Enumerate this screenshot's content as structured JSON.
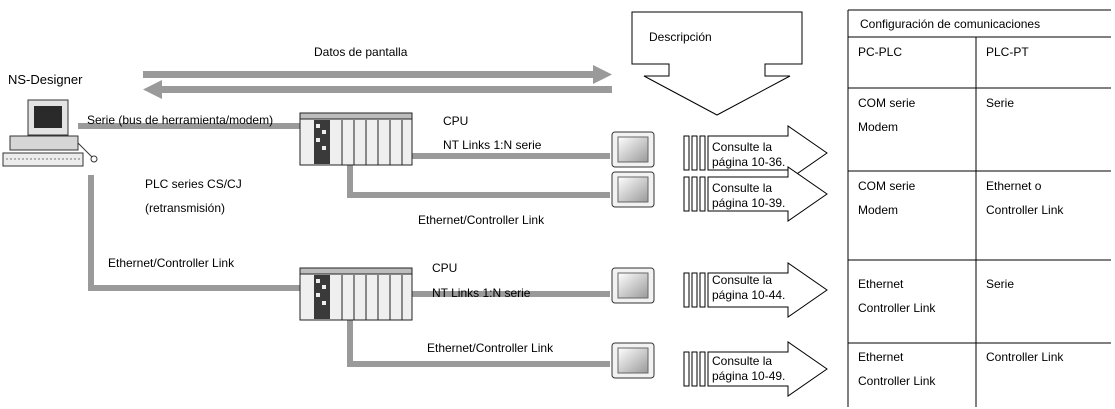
{
  "diagram": {
    "software_label": "NS-Designer",
    "screen_data_label": "Datos de pantalla",
    "description_label": "Descripción",
    "serial_tool_label": "Serie (bus de herramienta/modem)",
    "plc_label_line1": "PLC series CS/CJ",
    "plc_label_line2": "(retransmisión)",
    "ethernet_left_label": "Ethernet/Controller Link",
    "plc1": {
      "cpu_label": "CPU",
      "nt_label": "NT Links 1:N serie",
      "branch_label": "Ethernet/Controller Link"
    },
    "plc2": {
      "cpu_label": "CPU",
      "nt_label": "NT Links 1:N serie",
      "branch_label": "Ethernet/Controller Link"
    },
    "refs": [
      {
        "line1": "Consulte la",
        "line2": "página 10-36."
      },
      {
        "line1": "Consulte la",
        "line2": "página 10-39."
      },
      {
        "line1": "Consulte la",
        "line2": "página 10-44."
      },
      {
        "line1": "Consulte la",
        "line2": "página 10-49."
      }
    ]
  },
  "table": {
    "title": "Configuración de comunicaciones",
    "headers": [
      "PC-PLC",
      "PLC-PT"
    ],
    "rows": [
      {
        "pcplc": [
          "COM serie",
          "Modem"
        ],
        "plcpt": [
          "Serie"
        ]
      },
      {
        "pcplc": [
          "COM serie",
          "Modem"
        ],
        "plcpt": [
          "Ethernet o",
          "Controller Link"
        ]
      },
      {
        "pcplc": [
          "Ethernet",
          "Controller Link"
        ],
        "plcpt": [
          "Serie"
        ]
      },
      {
        "pcplc": [
          "Ethernet",
          "Controller Link"
        ],
        "plcpt": [
          "Controller Link"
        ]
      }
    ]
  }
}
